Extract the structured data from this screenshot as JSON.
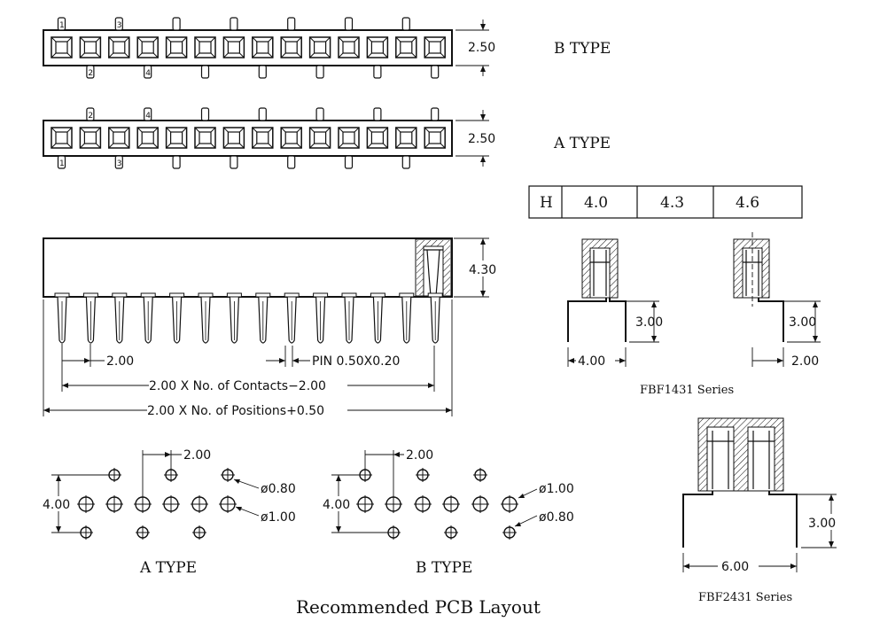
{
  "labels": {
    "b_type_side": "B TYPE",
    "a_type_side": "A TYPE",
    "dim_250_top": "2.50",
    "dim_250_mid": "2.50",
    "dim_430": "4.30",
    "dim_pitch": "2.00",
    "pin_spec": "PIN 0.50X0.20",
    "contacts_formula": "2.00 X No. of Contacts−2.00",
    "positions_formula": "2.00 X No. of Positions+0.50",
    "pin_numbers_top_b": [
      "1",
      "3"
    ],
    "pin_numbers_bot_b": [
      "2",
      "4"
    ],
    "pin_numbers_top_a": [
      "2",
      "4"
    ],
    "pin_numbers_bot_a": [
      "1",
      "3"
    ],
    "fbf1431_300_a": "3.00",
    "fbf1431_400": "4.00",
    "fbf1431_300_b": "3.00",
    "fbf1431_200": "2.00",
    "fbf1431_series": "FBF1431 Series",
    "fbf2431_300": "3.00",
    "fbf2431_600": "6.00",
    "fbf2431_series": "FBF2431 Series",
    "pcb_a_200": "2.00",
    "pcb_a_400": "4.00",
    "pcb_a_d080": "ø0.80",
    "pcb_a_d100": "ø1.00",
    "pcb_b_200": "2.00",
    "pcb_b_400": "4.00",
    "pcb_b_d100": "ø1.00",
    "pcb_b_d080": "ø0.80",
    "a_type_pcb": "A TYPE",
    "b_type_pcb": "B TYPE",
    "pcb_title": "Recommended PCB Layout"
  },
  "height_table": {
    "header": "H",
    "values": [
      "4.0",
      "4.3",
      "4.6"
    ]
  }
}
